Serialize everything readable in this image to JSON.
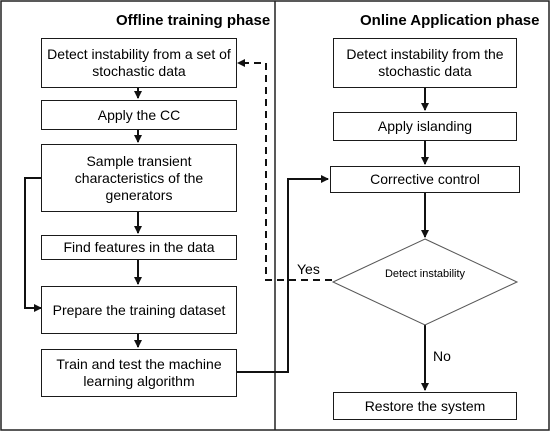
{
  "offline": {
    "title": "Offline training phase",
    "steps": [
      "Detect instability from a set of stochastic data",
      "Apply the CC",
      "Sample transient characteristics of the generators",
      "Find features in the data",
      "Prepare the training dataset",
      "Train and test the machine learning algorithm"
    ]
  },
  "online": {
    "title": "Online Application phase",
    "steps": [
      "Detect instability from the stochastic data",
      "Apply islanding",
      "Corrective control"
    ],
    "decision": "Detect instability",
    "yes_label": "Yes",
    "no_label": "No",
    "final_step": "Restore the system"
  }
}
